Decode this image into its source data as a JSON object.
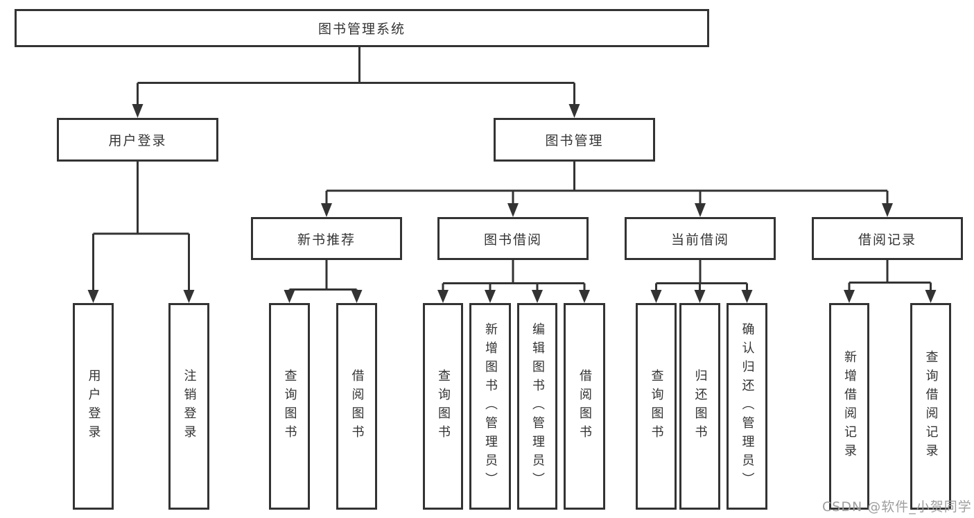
{
  "root": {
    "label": "图书管理系统"
  },
  "level2": {
    "user_login": {
      "label": "用户登录"
    },
    "book_mgmt": {
      "label": "图书管理"
    }
  },
  "level3": {
    "new_books": {
      "label": "新书推荐"
    },
    "borrow": {
      "label": "图书借阅"
    },
    "current": {
      "label": "当前借阅"
    },
    "records": {
      "label": "借阅记录"
    }
  },
  "leaves": {
    "user_login": [
      "用户登录",
      "注销登录"
    ],
    "new_books": [
      "查询图书",
      "借阅图书"
    ],
    "borrow": [
      "查询图书",
      "新增图书（管理员）",
      "编辑图书（管理员）",
      "借阅图书"
    ],
    "current": [
      "查询图书",
      "归还图书",
      "确认归还（管理员）"
    ],
    "records": [
      "新增借阅记录",
      "查询借阅记录"
    ]
  },
  "watermark": {
    "text": "CSDN @软件_小贺同学"
  },
  "colors": {
    "line": "#333333",
    "text": "#333333",
    "box_fill": "#ffffff",
    "background": "#ffffff",
    "watermark": "#9e9e9e"
  }
}
